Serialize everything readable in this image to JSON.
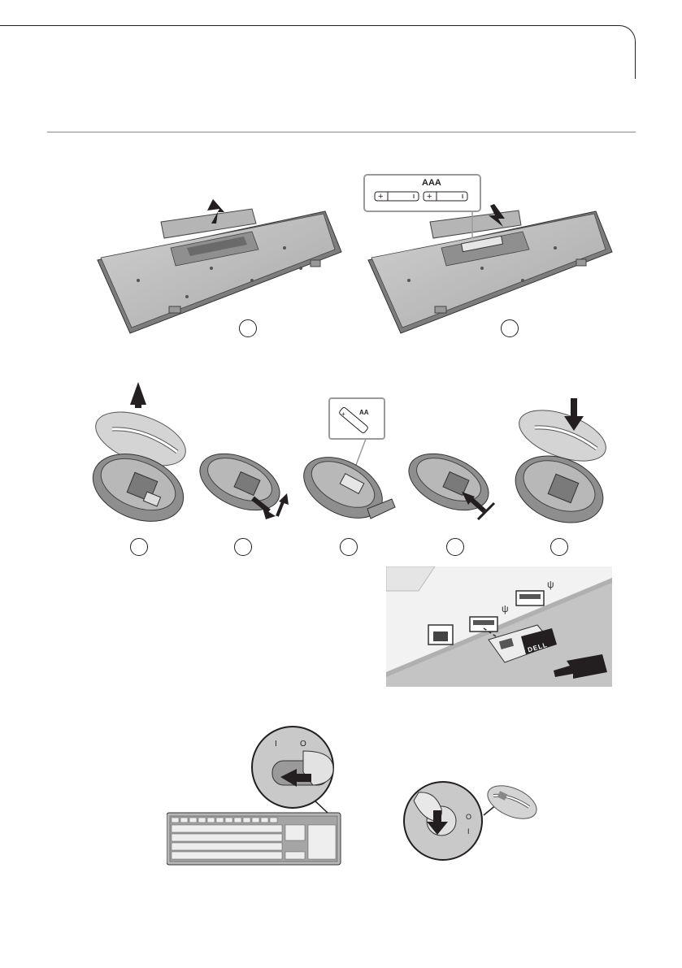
{
  "keyboard_battery": {
    "type_label": "AAA"
  },
  "mouse_battery": {
    "type_label": "AA"
  },
  "dongle": {
    "brand": "DELL"
  },
  "power_switch": {
    "on_mark": "I",
    "off_mark": "O"
  }
}
